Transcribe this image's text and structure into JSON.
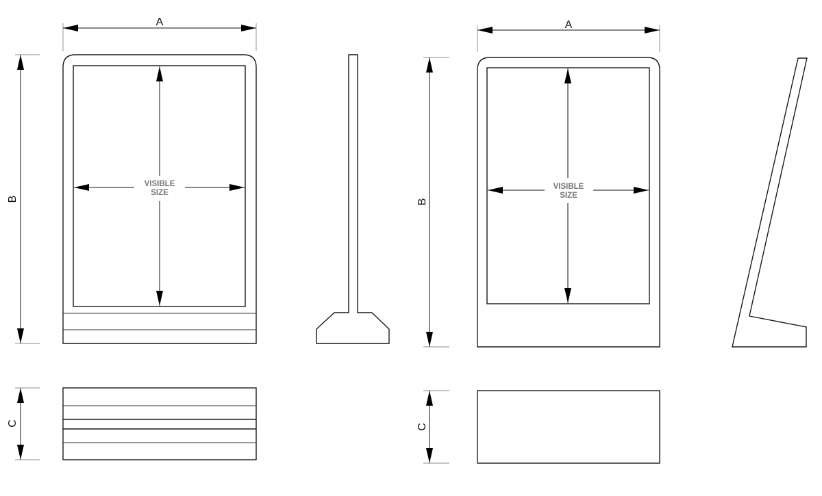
{
  "labels": {
    "dim_width": "A",
    "dim_height": "B",
    "dim_depth": "C",
    "visible_line1": "VISIBLE",
    "visible_line2": "SIZE"
  },
  "colors": {
    "line": "#1a1a1a",
    "visible_text": "#777777",
    "background": "#ffffff"
  }
}
